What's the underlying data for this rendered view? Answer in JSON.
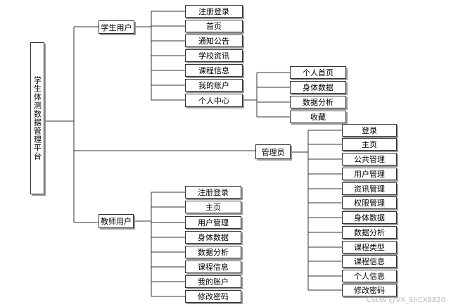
{
  "diagram": {
    "root": "学生体测数据管理平台",
    "student": {
      "label": "学生用户",
      "items": [
        "注册登录",
        "首页",
        "通知公告",
        "学校资讯",
        "课程信息",
        "我的账户",
        "个人中心"
      ],
      "personal_center": {
        "label": "个人中心",
        "items": [
          "个人首页",
          "身体数据",
          "数据分析",
          "收藏"
        ]
      }
    },
    "admin": {
      "label": "管理员",
      "items": [
        "登录",
        "主页",
        "公共管理",
        "用户管理",
        "资讯管理",
        "权限管理",
        "身体数据",
        "数据分析",
        "课程类型",
        "课程信息",
        "个人信息",
        "修改密码"
      ]
    },
    "teacher": {
      "label": "教师用户",
      "items": [
        "注册登录",
        "主页",
        "用户管理",
        "身体数据",
        "数据分析",
        "课程信息",
        "我的账户",
        "修改密码"
      ]
    }
  },
  "watermark": "CSDN @VX_ShCX8820",
  "colors": {
    "line": "#333333",
    "shadow": "#9a9a9a",
    "watermark": "#b9b9b9"
  }
}
